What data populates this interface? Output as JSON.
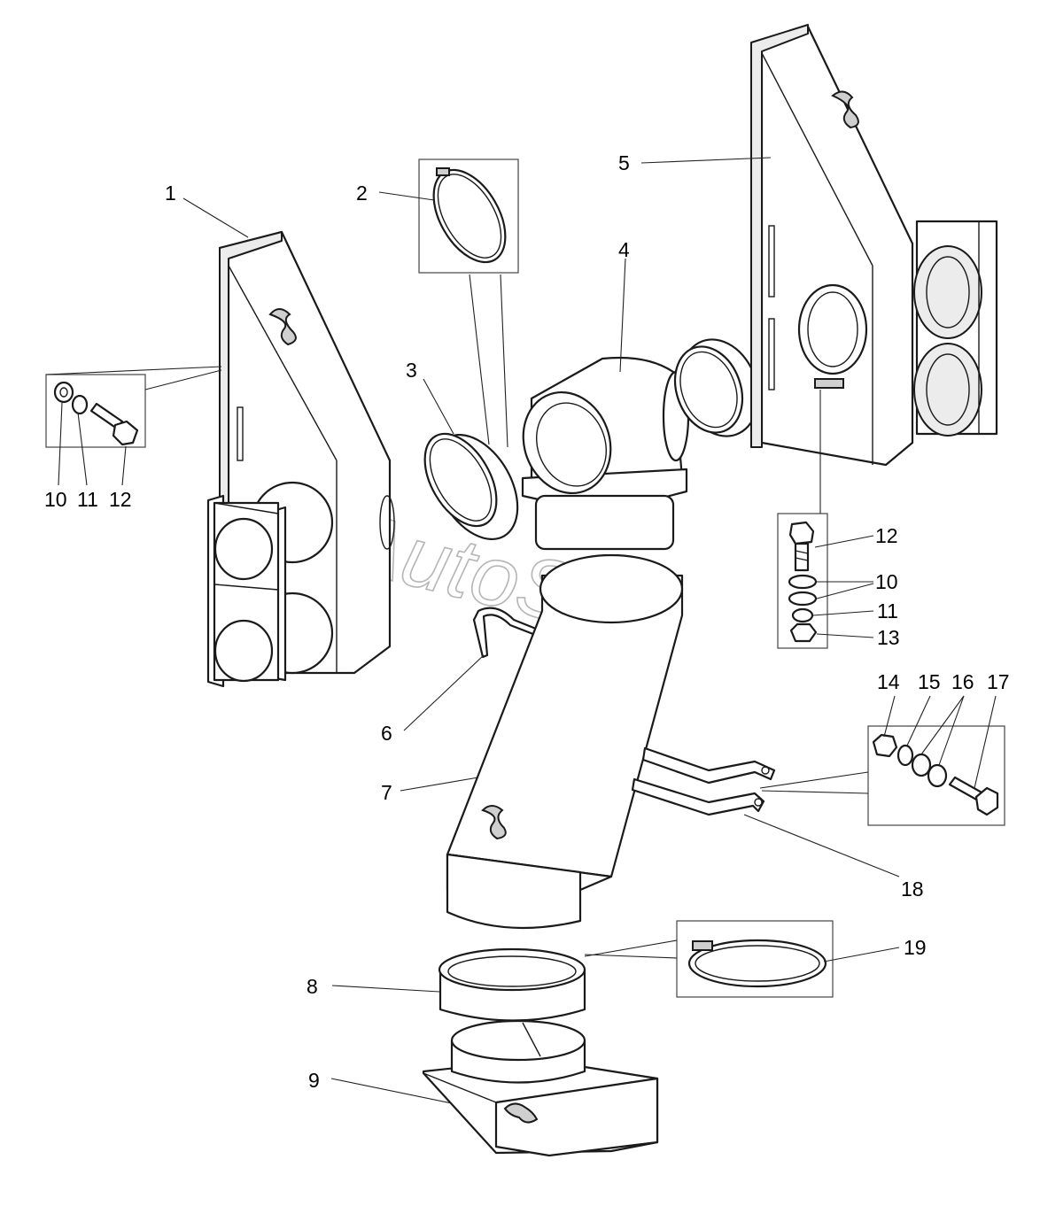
{
  "watermark": "AutoSoft",
  "callouts": {
    "c1": "1",
    "c2": "2",
    "c3": "3",
    "c4": "4",
    "c5": "5",
    "c6": "6",
    "c7": "7",
    "c8": "8",
    "c9": "9",
    "c10a": "10",
    "c11a": "11",
    "c12a": "12",
    "c12b": "12",
    "c10b": "10",
    "c11b": "11",
    "c13": "13",
    "c14": "14",
    "c15": "15",
    "c16": "16",
    "c17": "17",
    "c18": "18",
    "c19": "19"
  }
}
